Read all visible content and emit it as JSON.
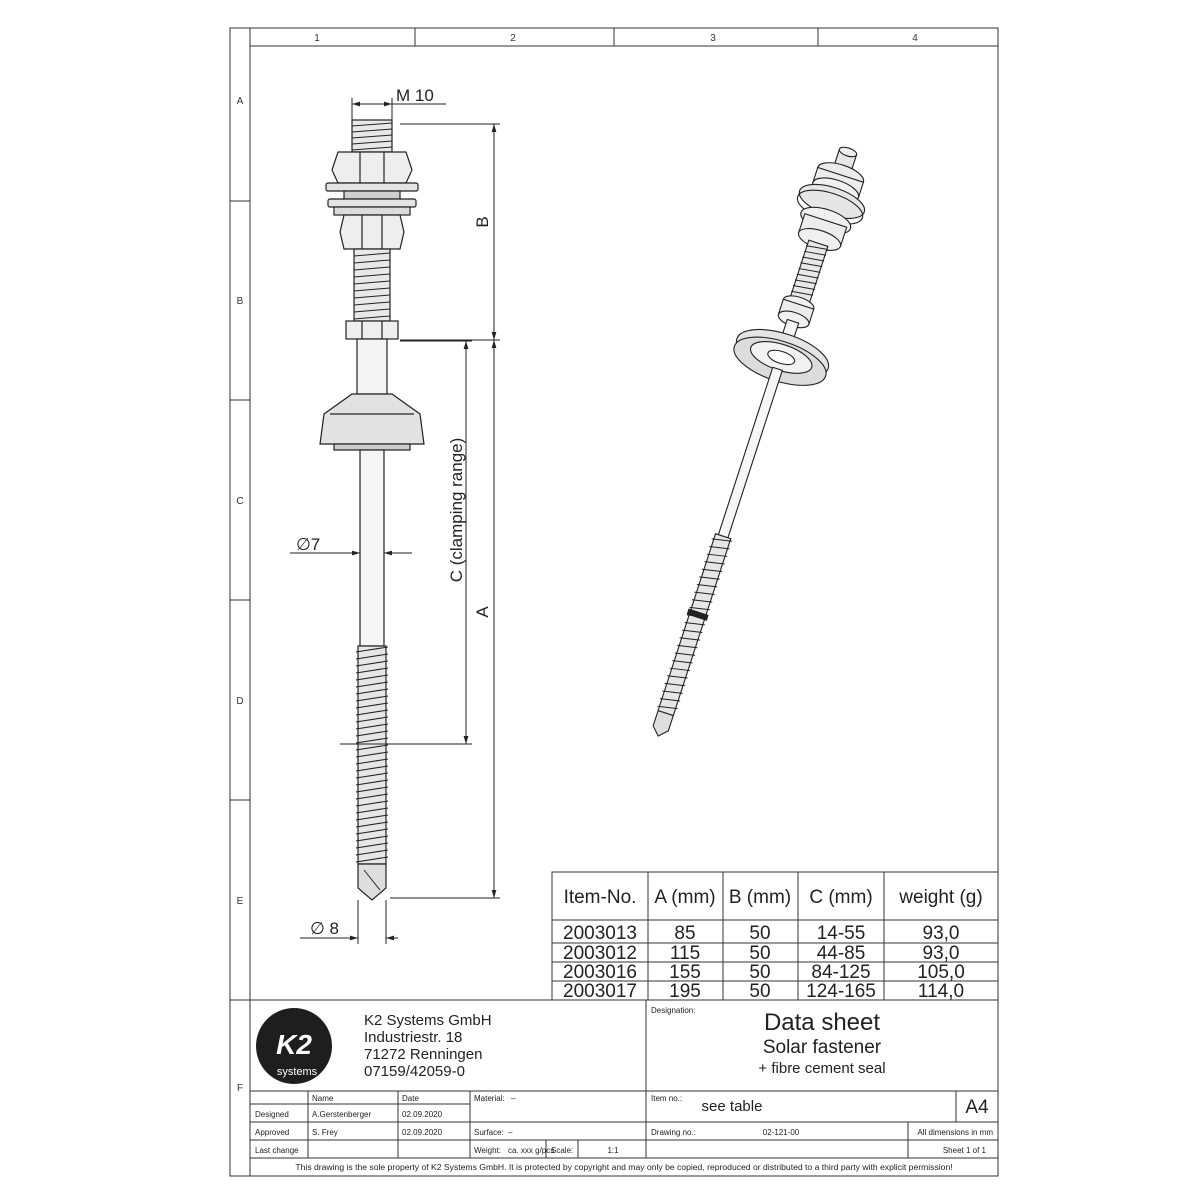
{
  "frame": {
    "columns": [
      "1",
      "2",
      "3",
      "4"
    ],
    "rows": [
      "A",
      "B",
      "C",
      "D",
      "E",
      "F"
    ]
  },
  "dimensions": {
    "thread": "M 10",
    "b": "B",
    "c": "C (clamping range)",
    "a": "A",
    "shaft_diameter": "∅7",
    "tip_diameter": "∅ 8"
  },
  "item_table": {
    "headers": [
      "Item-No.",
      "A (mm)",
      "B (mm)",
      "C (mm)",
      "weight (g)"
    ],
    "rows": [
      [
        "2003013",
        "85",
        "50",
        "14-55",
        "93,0"
      ],
      [
        "2003012",
        "115",
        "50",
        "44-85",
        "93,0"
      ],
      [
        "2003016",
        "155",
        "50",
        "84-125",
        "105,0"
      ],
      [
        "2003017",
        "195",
        "50",
        "124-165",
        "114,0"
      ]
    ]
  },
  "logo": {
    "brand": "K2",
    "sub": "systems"
  },
  "company": {
    "name": "K2 Systems GmbH",
    "street": "Industriestr. 18",
    "city": "71272 Renningen",
    "phone": "07159/42059-0"
  },
  "designation": {
    "label": "Designation:",
    "line1": "Data sheet",
    "line2": "Solar fastener",
    "line3": "+ fibre cement seal"
  },
  "title_block": {
    "name_header": "Name",
    "date_header": "Date",
    "designed_label": "Designed",
    "designed_name": "A.Gerstenberger",
    "designed_date": "02.09.2020",
    "approved_label": "Approved",
    "approved_name": "S. Frey",
    "approved_date": "02.09.2020",
    "last_change_label": "Last change",
    "material_label": "Material:",
    "material_value": "–",
    "surface_label": "Surface:",
    "surface_value": "–",
    "weight_label": "Weight:",
    "weight_value": "ca. xxx g/pcs",
    "scale_label": "Scale:",
    "scale_value": "1:1",
    "item_no_label": "Item no.:",
    "item_no_value": "see table",
    "format": "A4",
    "drawing_no_label": "Drawing no.:",
    "drawing_no_value": "02-121-00",
    "units_note": "All dimensions in mm",
    "sheet": "Sheet 1 of 1",
    "copyright": "This drawing is the sole property of K2 Systems GmbH.  It is protected by copyright and may only be copied, reproduced or distributed to a third party with explicit permission!"
  }
}
